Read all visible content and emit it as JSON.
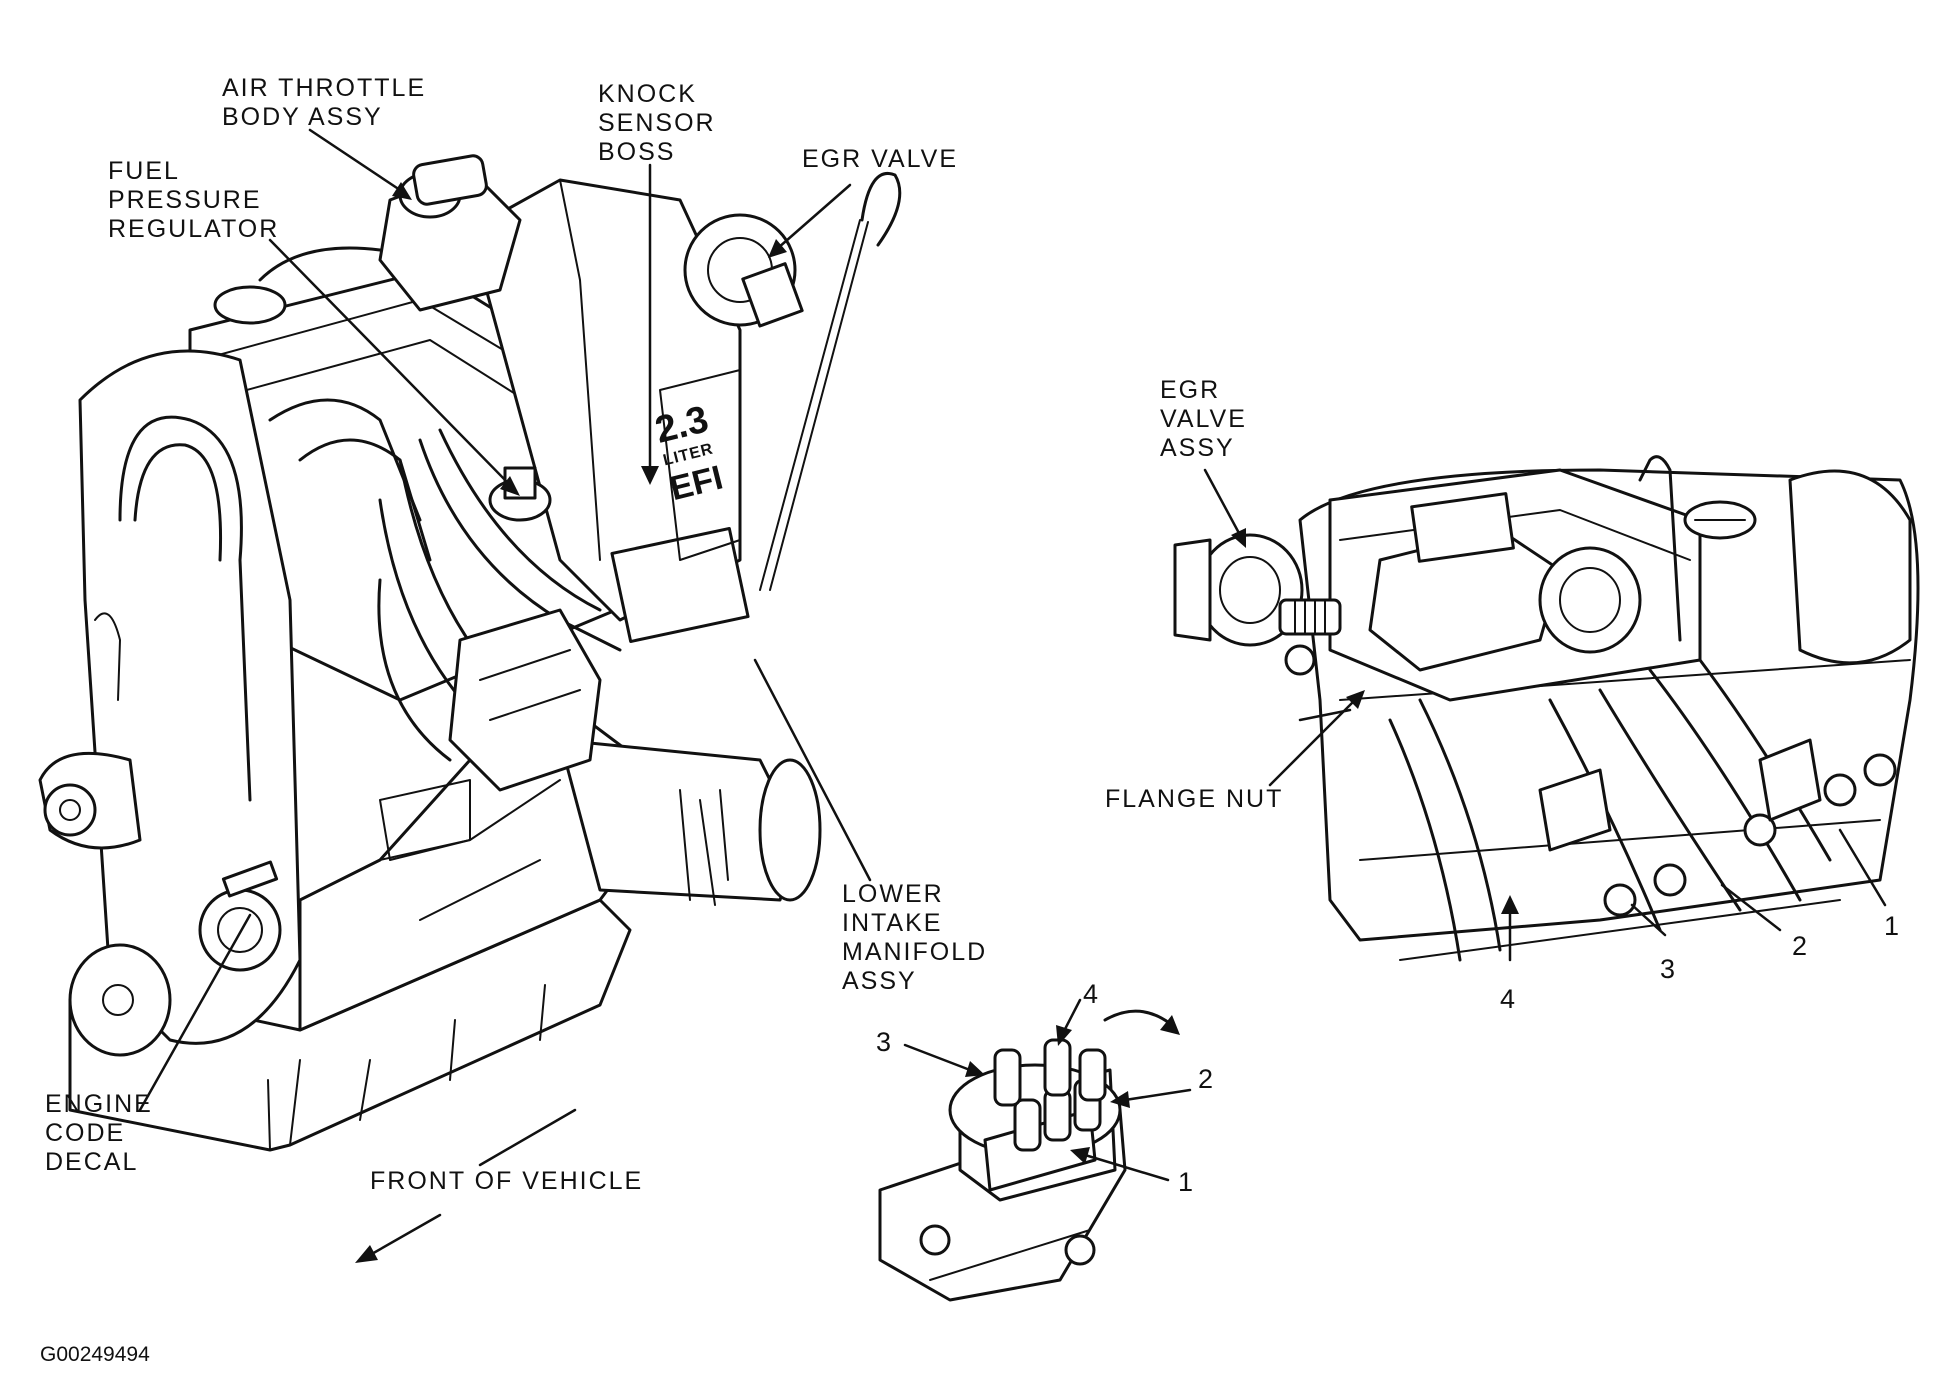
{
  "labels": {
    "air_throttle_body": [
      "AIR THROTTLE",
      "BODY ASSY"
    ],
    "fuel_pressure_regulator": [
      "FUEL",
      "PRESSURE",
      "REGULATOR"
    ],
    "knock_sensor_boss": [
      "KNOCK",
      "SENSOR",
      "BOSS"
    ],
    "egr_valve": [
      "EGR VALVE"
    ],
    "egr_valve_assy": [
      "EGR",
      "VALVE",
      "ASSY"
    ],
    "flange_nut": [
      "FLANGE NUT"
    ],
    "lower_intake_manifold": [
      "LOWER",
      "INTAKE",
      "MANIFOLD",
      "ASSY"
    ],
    "engine_code_decal": [
      "ENGINE",
      "CODE",
      "DECAL"
    ],
    "front_of_vehicle": [
      "FRONT OF VEHICLE"
    ]
  },
  "manifold_callouts": [
    "1",
    "2",
    "3",
    "4"
  ],
  "distributor_callouts": [
    "1",
    "2",
    "3",
    "4"
  ],
  "engine_badge": [
    "2.3",
    "LITER",
    "EFI"
  ],
  "figure_code": "G00249494"
}
